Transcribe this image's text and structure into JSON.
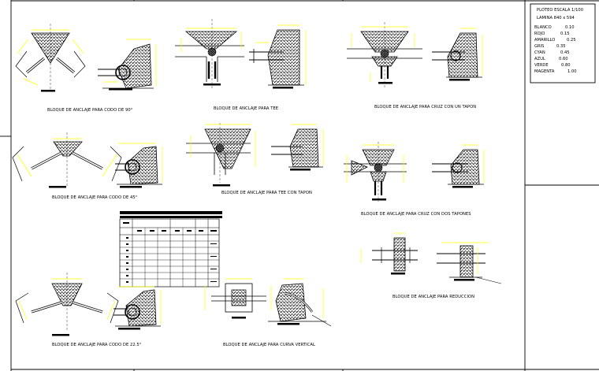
{
  "drawing": {
    "titles": [
      "BLOQUE DE ANCLAJE PARA CODO DE 90°",
      "BLOQUE DE ANCLAJE PARA TEE",
      "BLOQUE DE ANCLAJE PARA CRUZ CON UN TAPON",
      "BLOQUE DE ANCLAJE PARA CODO DE 45°",
      "BLOQUE DE ANCLAJE PARA TEE CON TAPON",
      "BLOQUE DE ANCLAJE PARA CRUZ CON DOS TAPONES",
      "BLOQUE DE ANCLAJE PARA REDUCCION",
      "BLOQUE DE ANCLAJE PARA CODO DE 22.5°",
      "BLOQUE DE ANCLAJE PARA CURVA VERTICAL"
    ]
  },
  "plot_box": {
    "title": "PLOTEO ESCALA 1/100",
    "subtitle": "LAMINA 840 x 594",
    "pens": [
      {
        "name": "BLANCO",
        "width": "0.10"
      },
      {
        "name": "ROJO",
        "width": "0.15"
      },
      {
        "name": "AMARILLO",
        "width": "0.25"
      },
      {
        "name": "GRIS",
        "width": "0.35"
      },
      {
        "name": "CYAN",
        "width": "0.45"
      },
      {
        "name": "AZUL",
        "width": "0.60"
      },
      {
        "name": "VERDE",
        "width": "0.80"
      },
      {
        "name": "MAGENTA",
        "width": "1.00"
      }
    ]
  },
  "colors": {
    "line": "#000000",
    "dimension": "#ffff00",
    "fill": "#000000",
    "background": "#ffffff"
  }
}
